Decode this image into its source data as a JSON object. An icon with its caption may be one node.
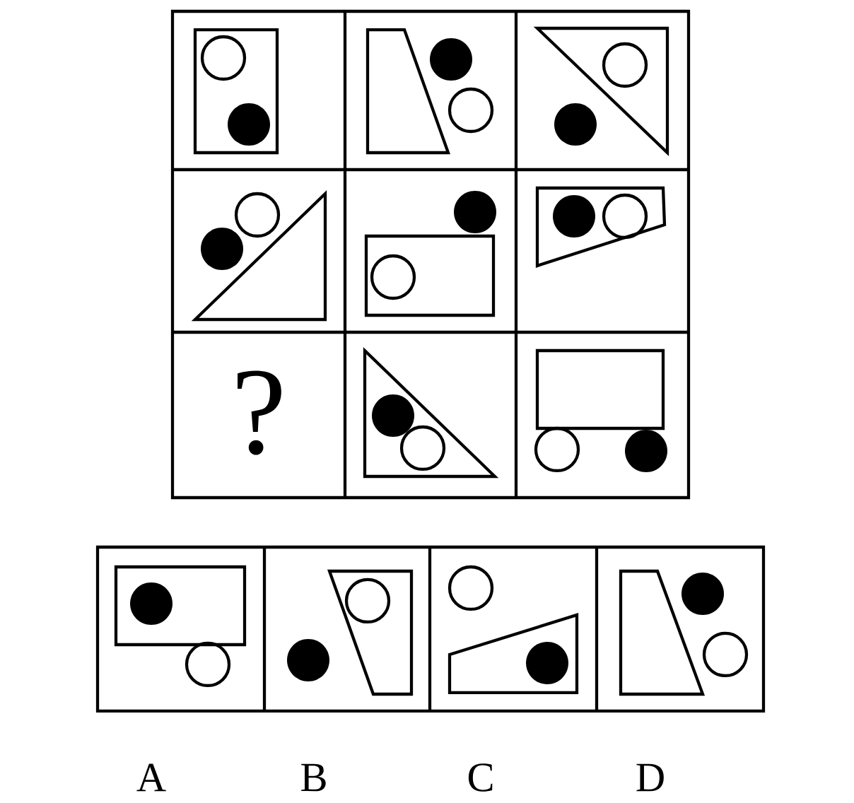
{
  "diagram": {
    "labels": [
      "?",
      "A",
      "B",
      "C",
      "D"
    ]
  }
}
